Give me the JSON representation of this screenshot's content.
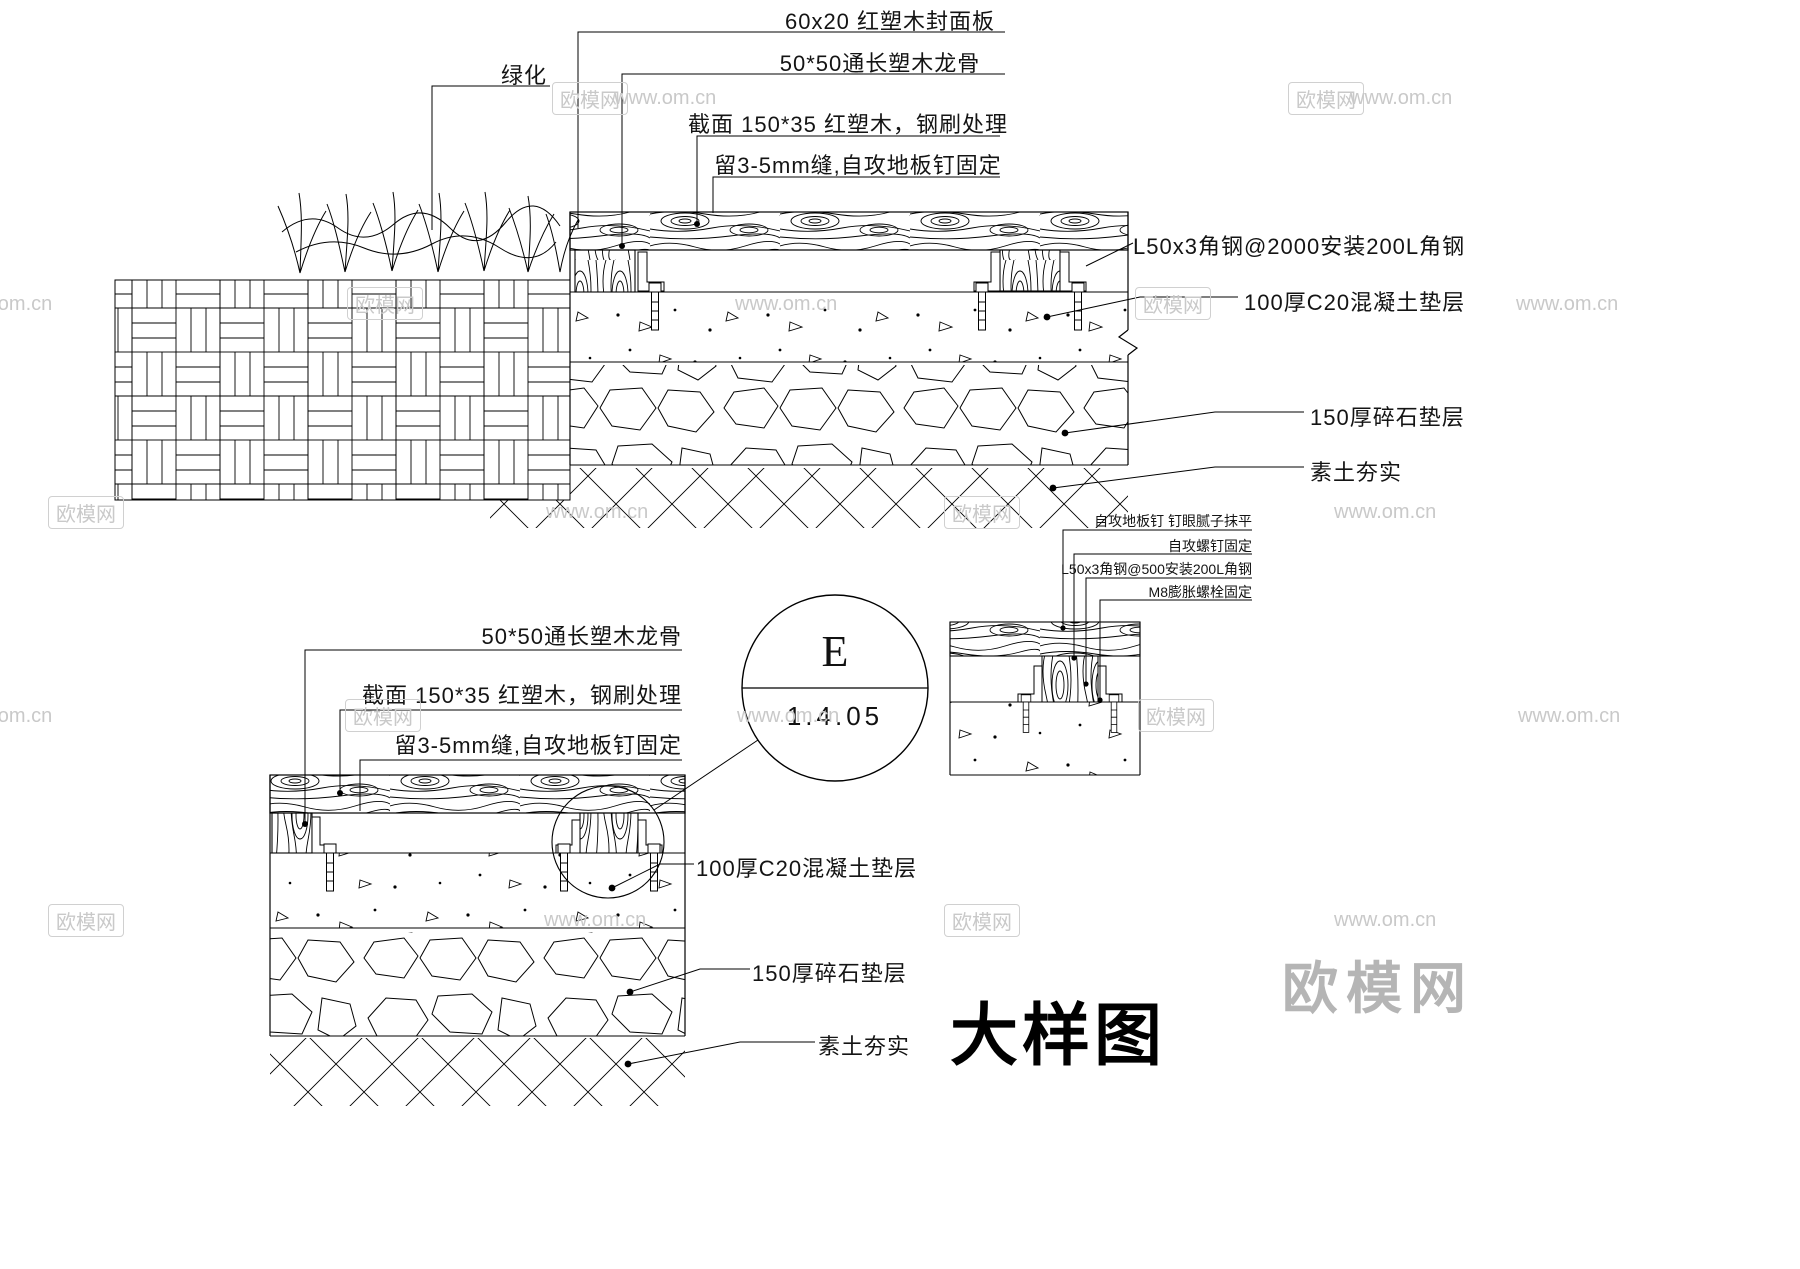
{
  "title": "大样图",
  "watermarks": {
    "logo": "欧模网",
    "url": "www.om.cn"
  },
  "detail_bubble": {
    "letter": "E",
    "code": "1.4.05"
  },
  "top_detail": {
    "greenery": "绿化",
    "callouts_top": [
      "60x20 红塑木封面板",
      "50*50通长塑木龙骨",
      "截面 150*35 红塑木，钢刷处理",
      "留3-5mm缝,自攻地板钉固定"
    ],
    "callouts_right": [
      "L50x3角钢@2000安装200L角钢",
      "100厚C20混凝土垫层",
      "150厚碎石垫层",
      "素土夯实"
    ]
  },
  "bottom_detail": {
    "callouts_left": [
      "50*50通长塑木龙骨",
      "截面 150*35 红塑木，钢刷处理",
      "留3-5mm缝,自攻地板钉固定"
    ],
    "callouts_right": [
      "100厚C20混凝土垫层",
      "150厚碎石垫层",
      "素土夯实"
    ]
  },
  "fixing_detail": {
    "callouts": [
      "自攻地板钉 钉眼腻子抹平",
      "自攻螺钉固定",
      "L50x3角钢@500安装200L角钢",
      "M8膨胀螺栓固定"
    ]
  },
  "colors": {
    "line": "#000000",
    "watermark": "#c9c9c9",
    "watermark_large": "#b5b5b5"
  }
}
